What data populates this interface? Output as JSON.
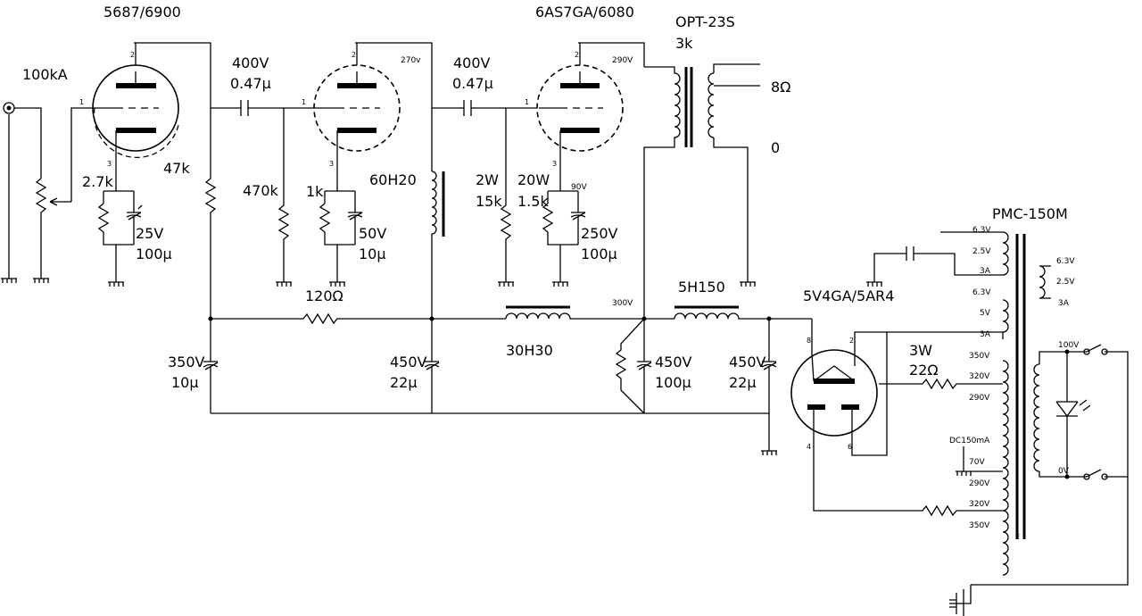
{
  "tubes": {
    "v1_type": "5687/6900",
    "v3_type": "6AS7GA/6080",
    "rect_type": "5V4GA/5AR4"
  },
  "pins": {
    "plate": "2",
    "grid": "1",
    "cathode": "3",
    "rect_p8": "8",
    "rect_p2": "2",
    "rect_p4": "4",
    "rect_p6": "6"
  },
  "parts": {
    "vol": "100kA",
    "r_k1": "2.7k",
    "c_k1_v": "25V",
    "c_k1_c": "100µ",
    "r_pl1": "47k",
    "c_cpl1_v": "400V",
    "c_cpl1_c": "0.47µ",
    "r_g2": "470k",
    "r_k2": "1k",
    "c_k2_v": "50V",
    "c_k2_c": "10µ",
    "v2_plate_v": "270v",
    "choke_pl": "60H20",
    "c_cpl2_v": "400V",
    "c_cpl2_c": "0.47µ",
    "r_g3_w": "2W",
    "r_g3": "15k",
    "r_k3_w": "20W",
    "r_k3": "1.5k",
    "v3_k_v": "90V",
    "c_k3_v": "250V",
    "c_k3_c": "100µ",
    "v3_plate_v": "290V",
    "opt": "OPT-23S",
    "opt_z": "3k",
    "out_8": "8Ω",
    "out_0": "0",
    "r_dec": "120Ω",
    "choke_mid": "30H30",
    "node_300": "300V",
    "choke_out": "5H150",
    "c1_v": "350V",
    "c1_c": "10µ",
    "c2_v": "450V",
    "c2_c": "22µ",
    "c3_v": "450V",
    "c3_c": "100µ",
    "c4_v": "450V",
    "c4_c": "22µ",
    "r_rect_w": "3W",
    "r_rect": "22Ω",
    "ptrans": "PMC-150M"
  },
  "transformer": {
    "sec_top": [
      "6.3V",
      "2.5V",
      "3A"
    ],
    "sec_fil": [
      "6.3V",
      "5V",
      "3A"
    ],
    "sec_hv": [
      "350V",
      "320V",
      "290V",
      "DC150mA",
      "70V",
      "290V",
      "320V",
      "350V"
    ],
    "sec_right": [
      "6.3V",
      "2.5V",
      "3A"
    ],
    "prim_top": "100V",
    "prim_bot": "0V",
    "frame": "E"
  }
}
